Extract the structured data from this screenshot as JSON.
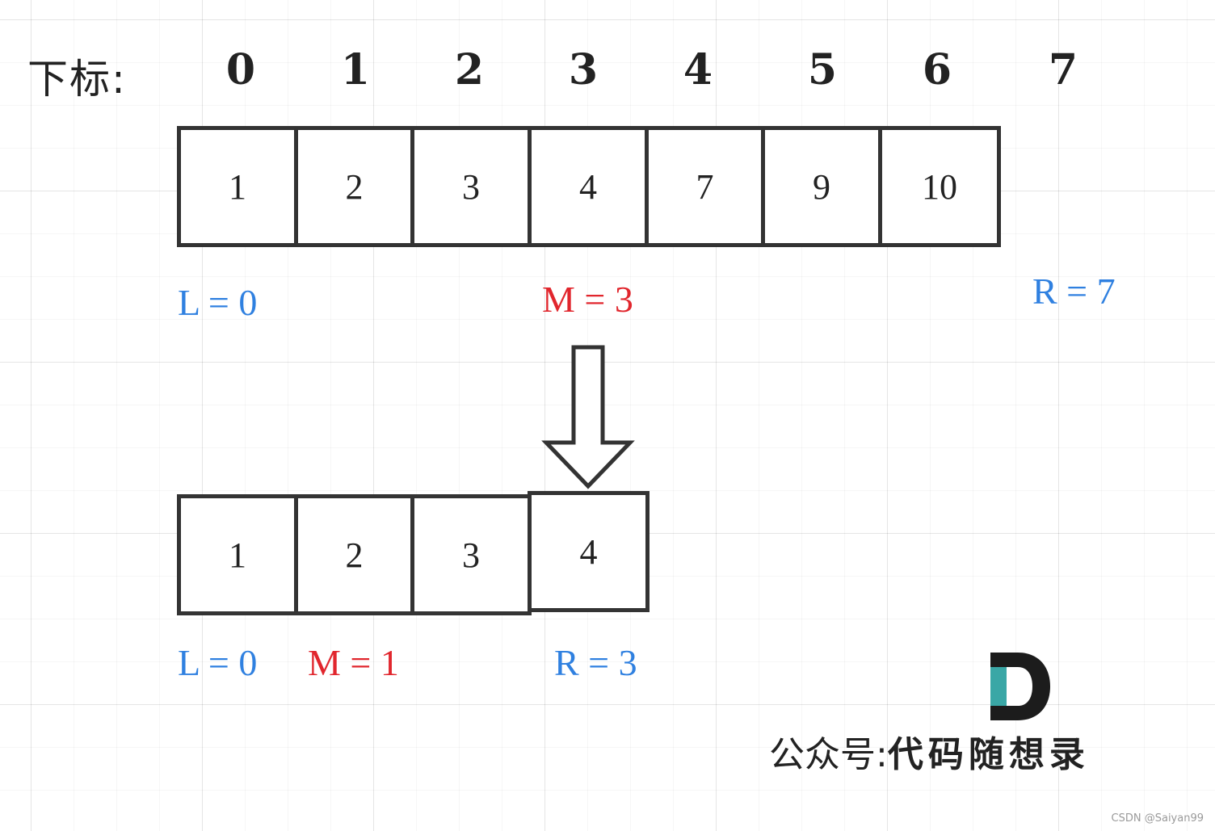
{
  "index_label": "下标:",
  "indices": [
    "0",
    "1",
    "2",
    "3",
    "4",
    "5",
    "6",
    "7"
  ],
  "top_array": [
    "1",
    "2",
    "3",
    "4",
    "7",
    "9",
    "10"
  ],
  "top_pointers": {
    "left": "L = 0",
    "mid": "M = 3",
    "right": "R = 7"
  },
  "bottom_array": [
    "1",
    "2",
    "3",
    "4"
  ],
  "bottom_pointers": {
    "left": "L = 0",
    "mid": "M = 1",
    "right": "R = 3"
  },
  "watermark": {
    "prefix": "公众号:",
    "brand": "代码随想录"
  },
  "source_credit": "CSDN @Saiyan99",
  "colors": {
    "left_right_pointer": "#2f80e0",
    "mid_pointer": "#e1262d",
    "logo_teal": "#3aa7a6",
    "logo_dark": "#1c1c1c"
  }
}
